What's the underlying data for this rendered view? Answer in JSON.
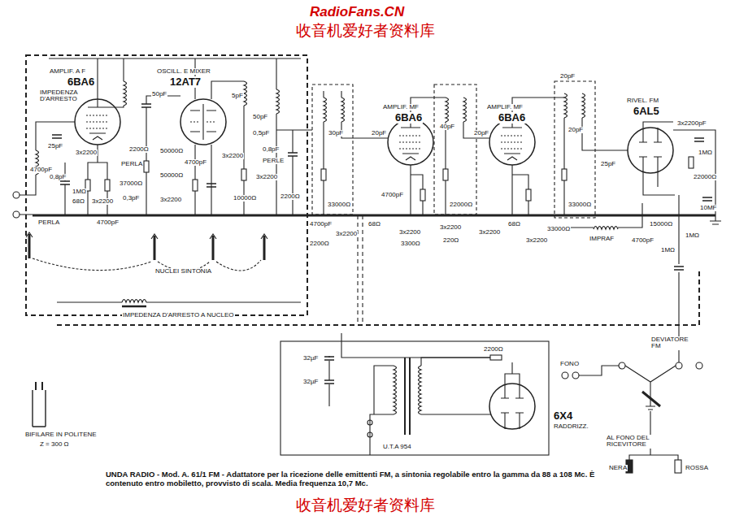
{
  "diagram": {
    "caption": "UNDA RADIO - Mod. A. 61/1 FM - Adattatore per la ricezione delle emittenti FM, a sintonia regolabile entro la gamma da 88 a 108 Mc. È contenuto entro mobiletto, provvisto di scala. Media frequenza 10,7 Mc.",
    "labels": [
      "RadioFans.CN",
      "收音机爱好者资料库",
      "AMPLIF. A F",
      "6BA6",
      "OSCILL. E MIXER",
      "12AT7",
      "IMPEDENZA D'ARRESTO",
      "50pF",
      "25pF",
      "3x2200",
      "4700pF",
      "0,8pF",
      "1MΩ",
      "68Ω",
      "3x2200",
      "PERLA",
      "2200Ω",
      "37000Ω",
      "0,3pF",
      "50000Ω",
      "50000Ω",
      "3x2200",
      "4700pF",
      "3x2200",
      "5pF",
      "50pF",
      "0,5pF",
      "10000Ω",
      "3x2200",
      "2200Ω",
      "0,8pF",
      "PERLE",
      "4700pF",
      "PERLA",
      "NUCLEI SINTONIA",
      "IMPEDENZA D'ARRESTO A NUCLEO",
      "BIFILARE IN POLITENE",
      "Z = 300 Ω",
      "30pF",
      "33000Ω",
      "4700pF",
      "3x2200",
      "2200Ω",
      "68Ω",
      "AMPLIF. MF",
      "6BA6",
      "20pF",
      "40pF",
      "22000Ω",
      "4700pF",
      "3x2200",
      "3300Ω",
      "3x2200",
      "220Ω",
      "AMPLIF. MF",
      "6BA6",
      "20pF",
      "3x2200",
      "68Ω",
      "3x2200",
      "33000Ω",
      "20pF",
      "20pF",
      "25pF",
      "33000Ω",
      "RIVEL. FM",
      "6AL5",
      "3x2200pF",
      "1MΩ",
      "22000Ω",
      "10MF",
      "IMPRAF",
      "15000Ω",
      "4700pF",
      "1MΩ",
      "1MΩ",
      "32µF",
      "2200Ω",
      "32µF",
      "6X4",
      "RADDRIZZ.",
      "U.T.A 954",
      "FONO",
      "DEVIATORE FM",
      "AL FONO DEL RICEVITORE",
      "NERA",
      "ROSSA",
      "收音机爱好者资料库"
    ]
  }
}
